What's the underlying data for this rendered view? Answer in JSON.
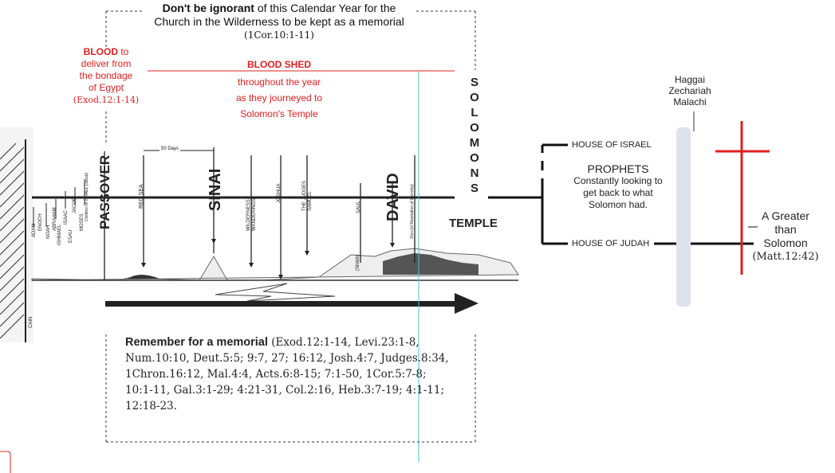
{
  "header": {
    "line1_bold": "Don't be ignorant",
    "line1_rest": " of this Calendar Year for the",
    "line2": "Church in the Wilderness to be kept as a memorial",
    "ref": "(1Cor.10:1-11)"
  },
  "blood": {
    "bold": "BLOOD",
    "rest": " to",
    "l2": "deliver from",
    "l3": "the bondage",
    "l4": "of Egypt",
    "ref": "(Exod.12:1-14)"
  },
  "blood_shed": {
    "title": "BLOOD SHED",
    "l1": "throughout the year",
    "l2": "as they journeyed to",
    "l3": "Solomon's Temple"
  },
  "temple": {
    "letters": [
      "S",
      "O",
      "L",
      "O",
      "M",
      "O",
      "N",
      "S"
    ],
    "word": "TEMPLE"
  },
  "timeline": {
    "passover": "PASSOVER",
    "red_sea": "RED SEA",
    "fifty_days": "50 Days",
    "sinai": "SINAI",
    "wilderness": "WILDERNESS WANDERINGS",
    "joshua": "JOSHUA",
    "judges": "THE JUDGES SAMUEL",
    "saul": "SAUL",
    "david": "DAVID",
    "zion": "Zion (of Revelation of Worship)",
    "shiloh": "(Shiloh)",
    "cain": "CAIN",
    "adam": "ADAM",
    "enoch": "ENOCH",
    "noah": "NOAH",
    "abraham": "ABRAHAM",
    "ishmael": "ISHMAEL",
    "isaac": "ISAAC",
    "esau": "ESAU",
    "jacob": "JACOB",
    "moses": "MOSES",
    "children": "Children of ISRAEL (Jacob)"
  },
  "branches": {
    "israel": "HOUSE OF ISRAEL",
    "judah": "HOUSE OF JUDAH"
  },
  "prophets": {
    "title": "PROPHETS",
    "l1": "Constantly looking to",
    "l2": "get back to what",
    "l3": "Solomon had."
  },
  "later_prophets": {
    "l1": "Haggai",
    "l2": "Zechariah",
    "l3": "Malachi"
  },
  "greater": {
    "l1": "A Greater",
    "l2": "than",
    "l3": "Solomon",
    "ref": "(Matt.12:42)"
  },
  "memorial": {
    "bold": "Remember for a memorial",
    "refs": " (Exod.12:1-14, Levi.23:1-8, Num.10:10, Deut.5:5; 9:7, 27; 16:12,  Josh.4:7, Judges.8:34, 1Chron.16:12, Mal.4:4, Acts.6:8-15; 7:1-50, 1Cor.5:7-8; 10:1-11, Gal.3:1-29; 4:21-31, Col.2:16, Heb.3:7-19; 4:1-11; 12:18-23."
  },
  "colors": {
    "red": "#e02020",
    "pillar": "#dde3ec",
    "cyan": "#40c8c8",
    "line": "#222222"
  }
}
